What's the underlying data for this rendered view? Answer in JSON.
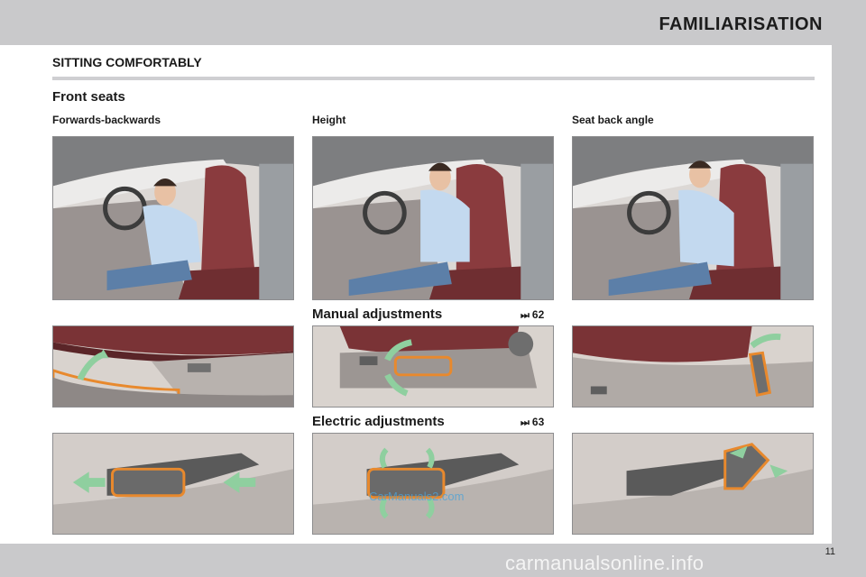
{
  "header": {
    "section_title": "FAMILIARISATION"
  },
  "page": {
    "sub_title": "SITTING COMFORTABLY",
    "heading": "Front seats",
    "columns": [
      "Forwards-backwards",
      "Height",
      "Seat back angle"
    ],
    "manual": {
      "label": "Manual adjustments",
      "ref_icon": "skip-forward-icon",
      "ref_page": "62"
    },
    "electric": {
      "label": "Electric adjustments",
      "ref_icon": "skip-forward-icon",
      "ref_page": "63"
    },
    "page_number": "11"
  },
  "watermarks": {
    "small": "CarManuals2.com",
    "large": "carmanualsonline.info"
  },
  "colors": {
    "interior_red": "#8a3b3e",
    "highlight_orange": "#e8892d",
    "arrow_green": "#8fcf9f",
    "band_grey": "#c9c9cb"
  }
}
